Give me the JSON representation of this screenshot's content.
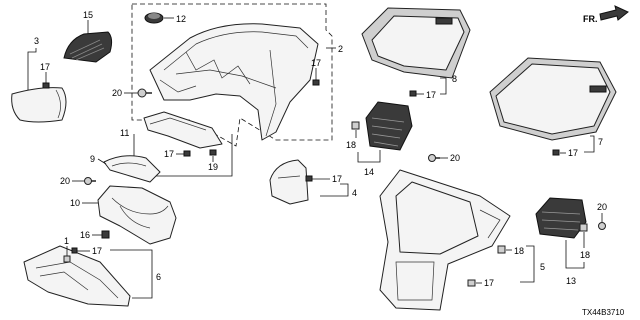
{
  "diagram": {
    "code": "TX44B3710",
    "direction_label": "FR.",
    "callouts": {
      "c1": "1",
      "c2": "2",
      "c3": "3",
      "c4": "4",
      "c5": "5",
      "c6": "6",
      "c7": "7",
      "c8": "8",
      "c9": "9",
      "c10": "10",
      "c11": "11",
      "c12": "12",
      "c13": "13",
      "c14": "14",
      "c15": "15",
      "c16": "16",
      "c17": "17",
      "c18": "18",
      "c19": "19",
      "c20": "20"
    }
  }
}
